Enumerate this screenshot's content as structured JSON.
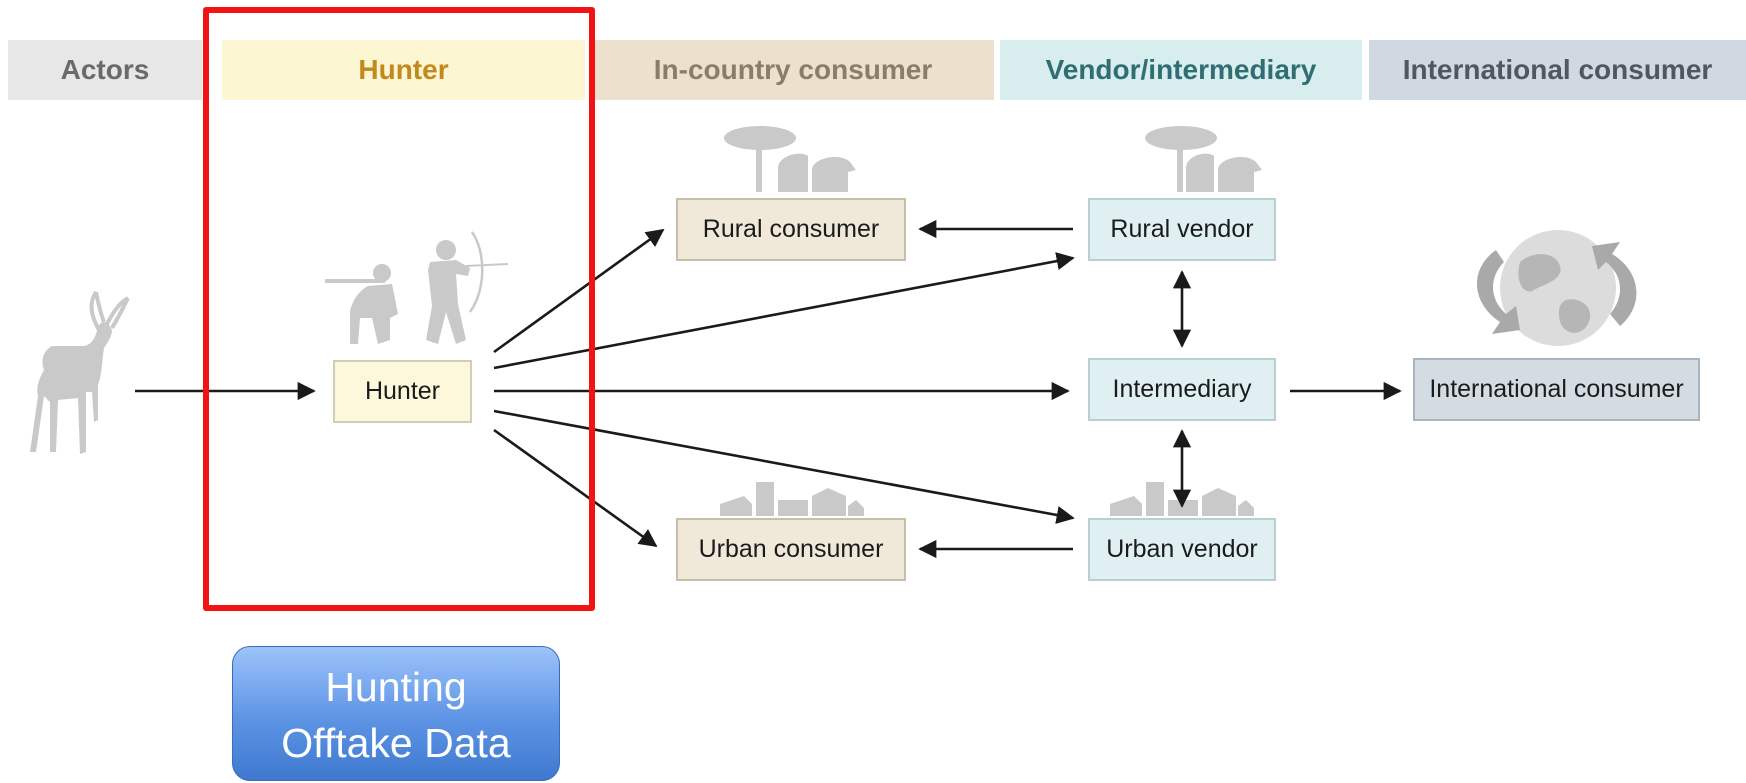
{
  "headers": {
    "actors": "Actors",
    "hunter": "Hunter",
    "in_country": "In-country consumer",
    "vendor": "Vendor/intermediary",
    "international": "International consumer"
  },
  "nodes": {
    "hunter": "Hunter",
    "rural_consumer": "Rural consumer",
    "urban_consumer": "Urban consumer",
    "rural_vendor": "Rural vendor",
    "intermediary": "Intermediary",
    "urban_vendor": "Urban vendor",
    "international_consumer": "International consumer"
  },
  "callout": {
    "line1": "Hunting",
    "line2": "Offtake Data"
  },
  "colors": {
    "highlight_frame": "#f21414",
    "callout_fill": "#5d93e4",
    "silhouette": "#c9c9c9",
    "arrow": "#1a1a1a"
  },
  "icons": [
    "antelope-icon",
    "hunters-icon",
    "rural-village-icon",
    "urban-buildings-icon",
    "globe-icon"
  ]
}
